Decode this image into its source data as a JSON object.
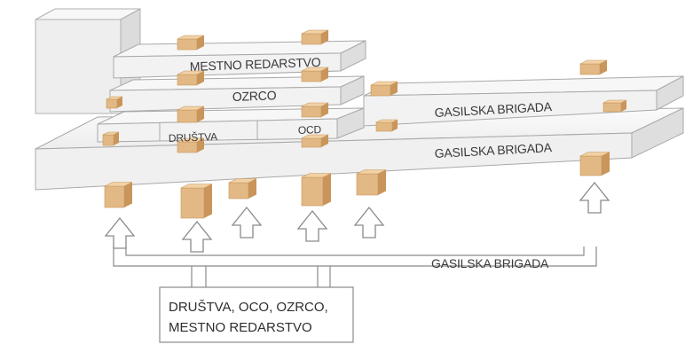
{
  "colors": {
    "slab_top": "#f4f4f4",
    "slab_front": "#e6e6e6",
    "slab_stroke": "#a9a9a9",
    "block_front": "#e2b984",
    "block_side": "#c9955a",
    "block_top": "#f1d2a6",
    "arrow_fill": "#ffffff",
    "arrow_stroke": "#8a8a8a"
  },
  "labels": {
    "mestno_redarstvo": "MESTNO REDARSTVO",
    "ozrco": "OZRCO",
    "ocd": "OCD",
    "drustva": "DRUŠTVA",
    "gasilska_upper": "GASILSKA BRIGADA",
    "gasilska_lower": "GASILSKA BRIGADA",
    "gasilska_arrow": "GASILSKA BRIGADA"
  },
  "legend_box": {
    "line1": "DRUŠTVA, OCO, OZRCO,",
    "line2": "MESTNO REDARSTVO"
  },
  "icons": [
    "up-arrow-icon"
  ]
}
